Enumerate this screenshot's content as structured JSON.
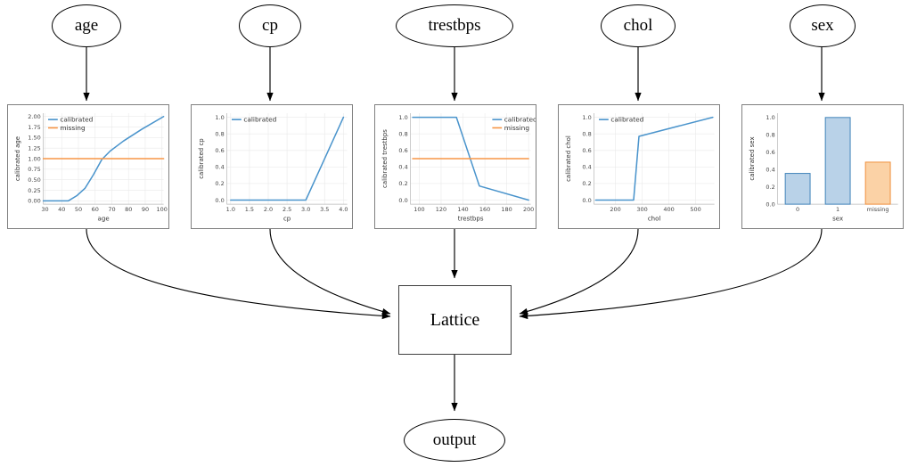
{
  "diagram": {
    "type": "calibrated-lattice-model-graph",
    "input_nodes": [
      {
        "id": "age",
        "label": "age"
      },
      {
        "id": "cp",
        "label": "cp"
      },
      {
        "id": "trestbps",
        "label": "trestbps"
      },
      {
        "id": "chol",
        "label": "chol"
      },
      {
        "id": "sex",
        "label": "sex"
      }
    ],
    "model_node": {
      "id": "lattice",
      "label": "Lattice"
    },
    "output_node": {
      "id": "output",
      "label": "output"
    },
    "edge_arrow_color": "#000000",
    "node_border_color": "#000000",
    "box_border_color": "#3f3f3f"
  },
  "colors": {
    "calibrated_line": "#4a94cc",
    "missing_line": "#f79646",
    "bar_fill_blue": "#b9d2e8",
    "bar_edge_blue": "#3f82b9",
    "bar_fill_orange": "#fbd2a6",
    "bar_edge_orange": "#ef8f3c",
    "grid": "#eaeaea",
    "panel_border": "#808080"
  },
  "chart_data": [
    {
      "id": "age",
      "type": "line",
      "title": "",
      "xlabel": "age",
      "ylabel": "calibrated age",
      "xlim": [
        29,
        101
      ],
      "ylim": [
        -0.08,
        2.08
      ],
      "xticks": [
        30,
        40,
        50,
        60,
        70,
        80,
        90,
        100
      ],
      "yticks": [
        0.0,
        0.25,
        0.5,
        0.75,
        1.0,
        1.25,
        1.5,
        1.75,
        2.0
      ],
      "ytick_labels": [
        "0.00",
        "0.25",
        "0.50",
        "0.75",
        "1.00",
        "1.25",
        "1.50",
        "1.75",
        "2.00"
      ],
      "grid": true,
      "legend": [
        "calibrated",
        "missing"
      ],
      "legend_position": "upper left",
      "series": [
        {
          "name": "calibrated",
          "color": "#4a94cc",
          "x": [
            29,
            44,
            49,
            54,
            59,
            64,
            69,
            77,
            88,
            101
          ],
          "y": [
            0.0,
            0.0,
            0.12,
            0.3,
            0.62,
            0.98,
            1.18,
            1.42,
            1.7,
            2.0
          ]
        },
        {
          "name": "missing",
          "color": "#f79646",
          "x": [
            29,
            101
          ],
          "y": [
            1.0,
            1.0
          ]
        }
      ]
    },
    {
      "id": "cp",
      "type": "line",
      "title": "",
      "xlabel": "cp",
      "ylabel": "calibrated cp",
      "xlim": [
        0.9,
        4.1
      ],
      "ylim": [
        -0.05,
        1.05
      ],
      "xticks": [
        1.0,
        1.5,
        2.0,
        2.5,
        3.0,
        3.5,
        4.0
      ],
      "xtick_labels": [
        "1.0",
        "1.5",
        "2.0",
        "2.5",
        "3.0",
        "3.5",
        "4.0"
      ],
      "yticks": [
        0.0,
        0.2,
        0.4,
        0.6,
        0.8,
        1.0
      ],
      "ytick_labels": [
        "0.0",
        "0.2",
        "0.4",
        "0.6",
        "0.8",
        "1.0"
      ],
      "grid": true,
      "legend": [
        "calibrated"
      ],
      "legend_position": "upper left",
      "series": [
        {
          "name": "calibrated",
          "color": "#4a94cc",
          "x": [
            1.0,
            2.0,
            3.0,
            4.0
          ],
          "y": [
            0.0,
            0.0,
            0.0,
            1.0
          ]
        }
      ]
    },
    {
      "id": "trestbps",
      "type": "line",
      "title": "",
      "xlabel": "trestbps",
      "ylabel": "calibrated trestbps",
      "xlim": [
        92,
        202
      ],
      "ylim": [
        -0.05,
        1.05
      ],
      "xticks": [
        100,
        120,
        140,
        160,
        180,
        200
      ],
      "yticks": [
        0.0,
        0.2,
        0.4,
        0.6,
        0.8,
        1.0
      ],
      "ytick_labels": [
        "0.0",
        "0.2",
        "0.4",
        "0.6",
        "0.8",
        "1.0"
      ],
      "grid": true,
      "legend": [
        "calibrated",
        "missing"
      ],
      "legend_position": "upper right",
      "series": [
        {
          "name": "calibrated",
          "color": "#4a94cc",
          "x": [
            94,
            134,
            155,
            200
          ],
          "y": [
            1.0,
            1.0,
            0.17,
            0.0
          ]
        },
        {
          "name": "missing",
          "color": "#f79646",
          "x": [
            94,
            200
          ],
          "y": [
            0.5,
            0.5
          ]
        }
      ]
    },
    {
      "id": "chol",
      "type": "line",
      "title": "",
      "xlabel": "chol",
      "ylabel": "calibrated chol",
      "xlim": [
        120,
        570
      ],
      "ylim": [
        -0.05,
        1.05
      ],
      "xticks": [
        200,
        300,
        400,
        500
      ],
      "yticks": [
        0.0,
        0.2,
        0.4,
        0.6,
        0.8,
        1.0
      ],
      "ytick_labels": [
        "0.0",
        "0.2",
        "0.4",
        "0.6",
        "0.8",
        "1.0"
      ],
      "grid": true,
      "legend": [
        "calibrated"
      ],
      "legend_position": "upper left",
      "series": [
        {
          "name": "calibrated",
          "color": "#4a94cc",
          "x": [
            126,
            268,
            288,
            564
          ],
          "y": [
            0.0,
            0.0,
            0.77,
            1.0
          ]
        }
      ]
    },
    {
      "id": "sex",
      "type": "bar",
      "title": "",
      "xlabel": "sex",
      "ylabel": "calibrated sex",
      "ylim": [
        0.0,
        1.05
      ],
      "yticks": [
        0.0,
        0.2,
        0.4,
        0.6,
        0.8,
        1.0
      ],
      "ytick_labels": [
        "0.0",
        "0.2",
        "0.4",
        "0.6",
        "0.8",
        "1.0"
      ],
      "grid": false,
      "categories": [
        "0",
        "1",
        "missing"
      ],
      "values": [
        0.355,
        1.0,
        0.485
      ],
      "bar_colors": [
        "#b9d2e8",
        "#b9d2e8",
        "#fbd2a6"
      ],
      "bar_edge_colors": [
        "#3f82b9",
        "#3f82b9",
        "#ef8f3c"
      ]
    }
  ]
}
